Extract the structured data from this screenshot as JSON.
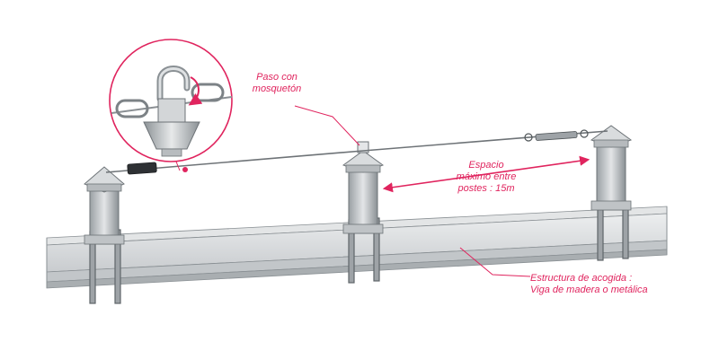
{
  "colors": {
    "accent": "#e0245e",
    "steel_light": "#d8dadc",
    "steel_mid": "#b8bcbf",
    "steel_dark": "#7e8488",
    "cable": "#6e7377"
  },
  "labels": {
    "carabiner_passage": {
      "line1": "Paso con",
      "line2": "mosquetón"
    },
    "post_spacing": {
      "line1": "Espacio",
      "line2": "máximo entre",
      "line3": "postes : 15m"
    },
    "support_structure": {
      "line1": "Estructura de acogida :",
      "line2": "Viga de madera o metálica"
    }
  },
  "icons": {
    "detail_callout": "magnifier-circle",
    "spacing_arrow": "double-headed-arrow"
  }
}
